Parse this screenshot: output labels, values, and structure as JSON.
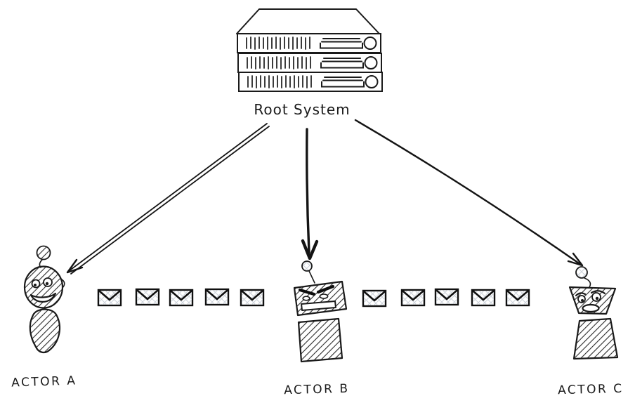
{
  "diagram": {
    "root": {
      "label": "Root System",
      "icon": "server-rack-icon"
    },
    "actors": [
      {
        "id": "A",
        "label": "ACTOR A",
        "expression": "happy",
        "icon": "robot-actor-icon"
      },
      {
        "id": "B",
        "label": "ACTOR B",
        "expression": "angry",
        "icon": "robot-actor-icon"
      },
      {
        "id": "C",
        "label": "ACTOR C",
        "expression": "worried",
        "icon": "robot-actor-icon"
      }
    ],
    "connections": [
      {
        "from": "Root System",
        "to": "ACTOR A",
        "style": "double-line-arrow"
      },
      {
        "from": "Root System",
        "to": "ACTOR B",
        "style": "thick-arrow"
      },
      {
        "from": "Root System",
        "to": "ACTOR C",
        "style": "thin-arrow"
      }
    ],
    "message_queues": [
      {
        "between": [
          "ACTOR A",
          "ACTOR B"
        ],
        "envelope_count": 5
      },
      {
        "between": [
          "ACTOR B",
          "ACTOR C"
        ],
        "envelope_count": 5
      }
    ],
    "colors": {
      "stroke": "#1a1a1a",
      "hatch": "#2a2a2a",
      "envelope_hatch": "#ccd2da",
      "background": "#ffffff"
    }
  }
}
